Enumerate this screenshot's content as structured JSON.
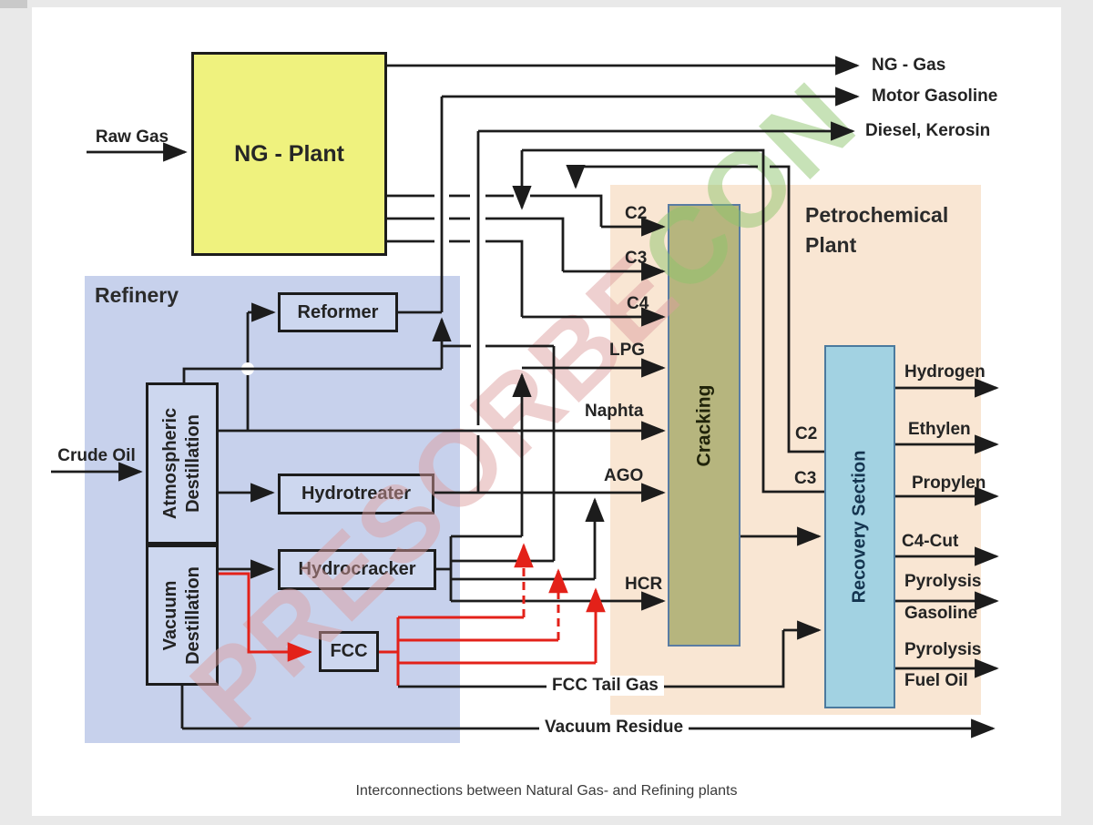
{
  "page": {
    "caption": "Interconnections between Natural Gas- and Refining plants"
  },
  "watermark": {
    "part1": "PRESORBE",
    "part2": "CON"
  },
  "regions": {
    "refinery": "Refinery",
    "petrochemical_line1": "Petrochemical",
    "petrochemical_line2": "Plant"
  },
  "units": {
    "ng_plant": "NG - Plant",
    "reformer": "Reformer",
    "atm_dest_line1": "Atmospheric",
    "atm_dest_line2": "Destillation",
    "vac_dest_line1": "Vacuum",
    "vac_dest_line2": "Destillation",
    "hydrotreater": "Hydrotreater",
    "hydrocracker": "Hydrocracker",
    "fcc": "FCC",
    "cracking": "Cracking",
    "recovery_section": "Recovery Section"
  },
  "streams": {
    "raw_gas": "Raw Gas",
    "crude_oil": "Crude Oil",
    "ng_gas": "NG - Gas",
    "motor_gasoline": "Motor Gasoline",
    "diesel_kerosin": "Diesel, Kerosin",
    "c2_feed": "C2",
    "c3_feed": "C3",
    "c4_feed": "C4",
    "lpg": "LPG",
    "naphta": "Naphta",
    "ago": "AGO",
    "hcr": "HCR",
    "c2_recycle": "C2",
    "c3_recycle": "C3",
    "fcc_tail_gas": "FCC Tail Gas",
    "vacuum_residue": "Vacuum Residue",
    "hydrogen": "Hydrogen",
    "ethylen": "Ethylen",
    "propylen": "Propylen",
    "c4_cut": "C4-Cut",
    "pyrolysis_gasoline_line1": "Pyrolysis",
    "pyrolysis_gasoline_line2": "Gasoline",
    "pyrolysis_fuel_oil_line1": "Pyrolysis",
    "pyrolysis_fuel_oil_line2": "Fuel Oil"
  },
  "colors": {
    "line_black": "#1c1c1c",
    "line_red": "#e32119",
    "ng_plant_fill": "#eff27e",
    "refinery_bg": "#c7d1ec",
    "petro_bg": "#f9e6d3",
    "unit_box_fill": "#cdd7ef",
    "cracking_fill": "#b6b57e",
    "cracking_border": "#5a7ca3",
    "recovery_fill": "#a2d2e2",
    "recovery_border": "#4b7a9e",
    "watermark_pink": "#dc9f9f",
    "watermark_green": "#8cc46a"
  }
}
